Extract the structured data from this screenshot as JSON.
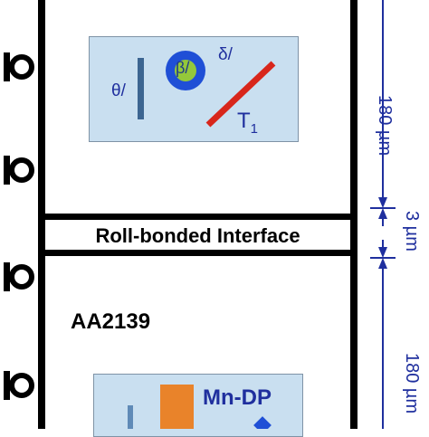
{
  "interface_label": "Roll-bonded Interface",
  "alloy_label": "AA2139",
  "top_panel": {
    "theta": "θ/",
    "beta": "β/",
    "delta": "δ/",
    "t1_main": "T",
    "t1_sub": "1"
  },
  "bottom_panel": {
    "mn_dp": "Mn-DP"
  },
  "dimensions": {
    "top": "180 µm",
    "middle": "3 µm",
    "bottom": "180 µm"
  },
  "colors": {
    "panel_fill": "#c9dff0",
    "theta_bar": "#3c6591",
    "beta_ring": "#1f4fd6",
    "beta_core": "#94c83a",
    "t1_rod": "#d8261b",
    "mn_dp_block": "#e9832a",
    "dimension_text": "#1f2f9e"
  }
}
